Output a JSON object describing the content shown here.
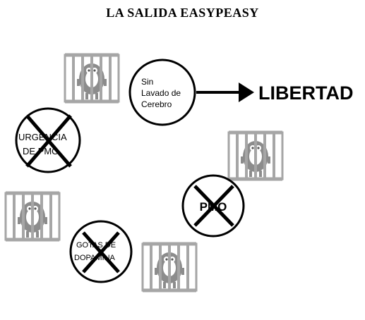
{
  "title": "LA SALIDA EASYPEASY",
  "goal": {
    "label": "LIBERTAD",
    "start_node": {
      "lines": [
        "Sin",
        "Lavado de",
        "Cerebro"
      ]
    }
  },
  "crossed_nodes": [
    {
      "id": "urgency",
      "lines": [
        "URGENCIA",
        "DE PMO"
      ]
    },
    {
      "id": "pmo",
      "lines": [
        "PMO"
      ]
    },
    {
      "id": "dopamine",
      "lines": [
        "GOTAS DE",
        "DOPAMINA"
      ]
    }
  ],
  "icons": {
    "cage": "caged-monster-icon",
    "cross": "x-cross-icon",
    "arrow": "right-arrow-icon"
  },
  "colors": {
    "ink": "#000000",
    "cage": "#a6a6a6",
    "monster": "#8c8c8c"
  }
}
